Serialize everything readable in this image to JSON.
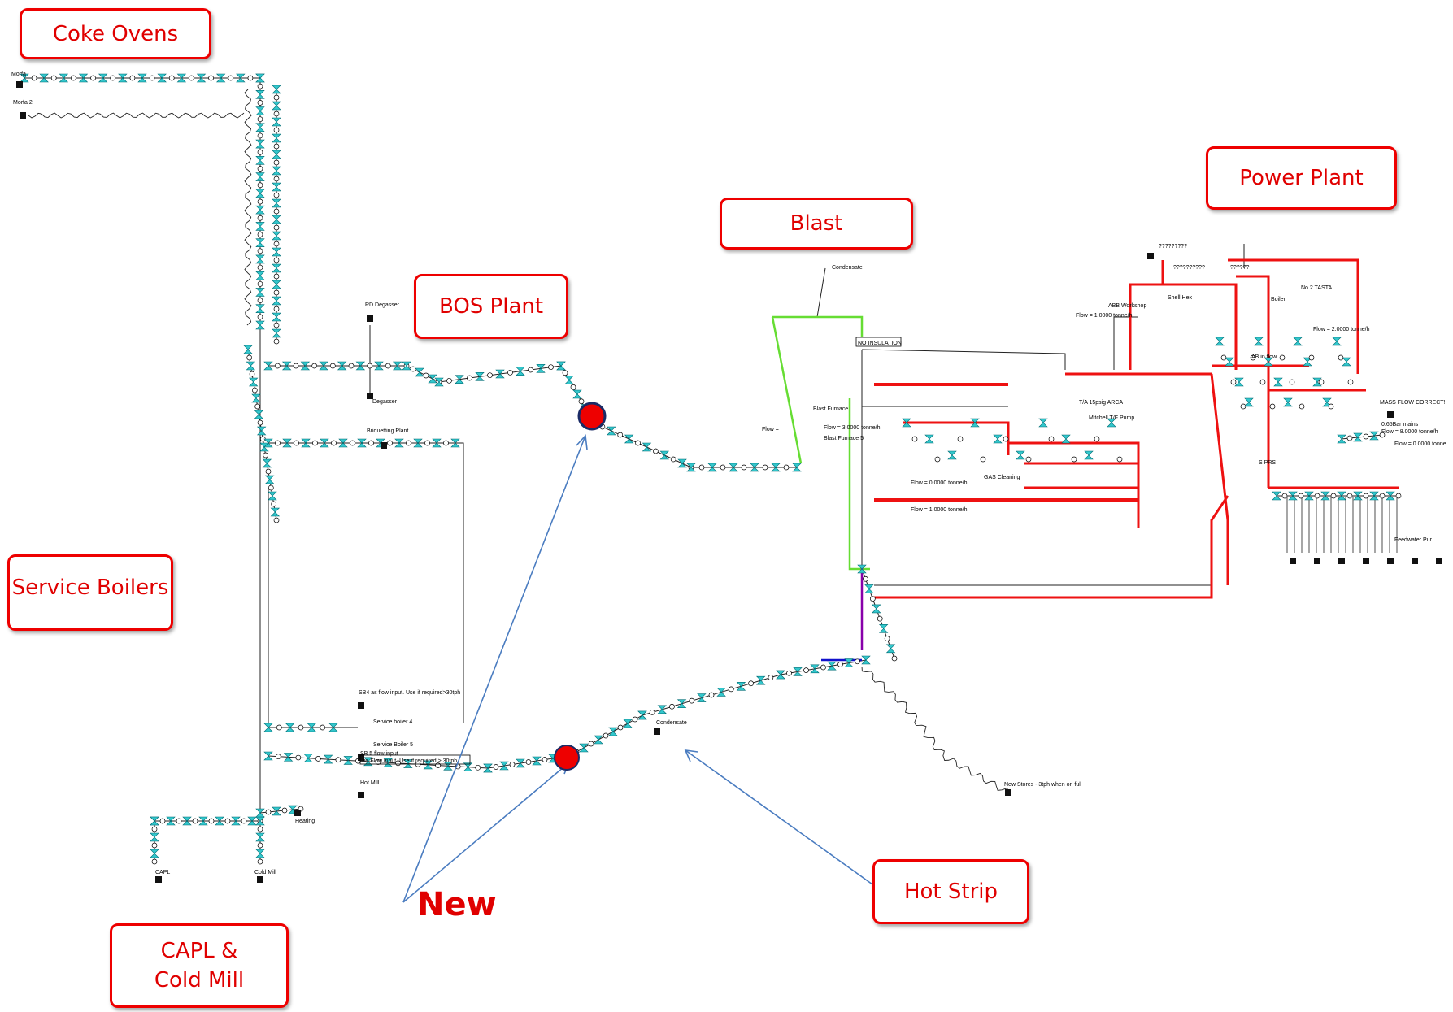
{
  "callouts": {
    "coke_ovens": "Coke Ovens",
    "bos_plant": "BOS Plant",
    "blast": "Blast",
    "power_plant": "Power Plant",
    "service_boilers": "Service Boilers",
    "capl_cold_mill": "CAPL & Cold Mill",
    "hot_strip": "Hot Strip"
  },
  "annotation": {
    "new": "New"
  },
  "labels": {
    "morfa": "Morfa",
    "morfa2": "Morfa 2",
    "rd_degasser": "RD Degasser",
    "degasser": "Degasser",
    "briquetting_plant": "Briquetting Plant",
    "condensate_top": "Condensate",
    "no_insulation": "NO INSULATION",
    "blast_furnace": "Blast Furnace",
    "blast_furnace_5": "Blast Furnace 5",
    "flow_3": "Flow = 3.0000 tonne/h",
    "flow_bos": "Flow =",
    "gas_cleaning": "GAS Cleaning",
    "flow_0": "Flow = 0.0000 tonne/h",
    "flow_1": "Flow = 1.0000 tonne/h",
    "ta_15psig": "T/A 15psig ARCA",
    "mitchell": "Mitchell T/F Pump",
    "abb_workshop": "ABB Workshop",
    "abb_flow": "Flow = 1.0000 tonne/h",
    "shell_hex": "Shell Hex",
    "q1": "?????????",
    "q2": "??????????",
    "q3": "??????",
    "boiler": "Boiler",
    "no2_tasta": "No 2 TASTA",
    "flow_2": "Flow = 2.0000 tonne/h",
    "ab_inflow": "AB in flow",
    "mass_flow": "MASS FLOW CORRECT!!",
    "bar_mains": "0.65Bar mains",
    "flow_8": "Flow = 8.0000 tonne/h",
    "flow_0b": "Flow = 0.0000 tonne",
    "sprs": "S PRS",
    "feedwater": "Feedwater Pur",
    "sb4_input": "SB4 as flow input. Use if required>30tph",
    "service_boiler_4": "Service boiler 4",
    "service_boiler_5": "Service Boiler 5",
    "sb5_input": "SB 5 flow input",
    "sb5_input2": "as Flow input. Use if required > 30tph",
    "hot_mill": "Hot Mill",
    "condensate_bottom": "Condensate",
    "heating": "Heating",
    "capl": "CAPL",
    "cold_mill": "Cold Mill",
    "new_stores": "New Stores - 3tph when on full"
  },
  "colors": {
    "callout_border": "#ee0000",
    "callout_text": "#e00000",
    "pipe": "#222222",
    "hot_pipe": "#ee1111",
    "green_pipe": "#66dd33",
    "purple_pipe": "#8800aa",
    "blue_pipe": "#1111cc",
    "valve": "#33c7cc",
    "node_fill": "#ffffff",
    "new_marker": "#ee0000",
    "new_marker_ring": "#1a2b66",
    "arrow": "#4a7cc0",
    "terminal": "#111111"
  }
}
